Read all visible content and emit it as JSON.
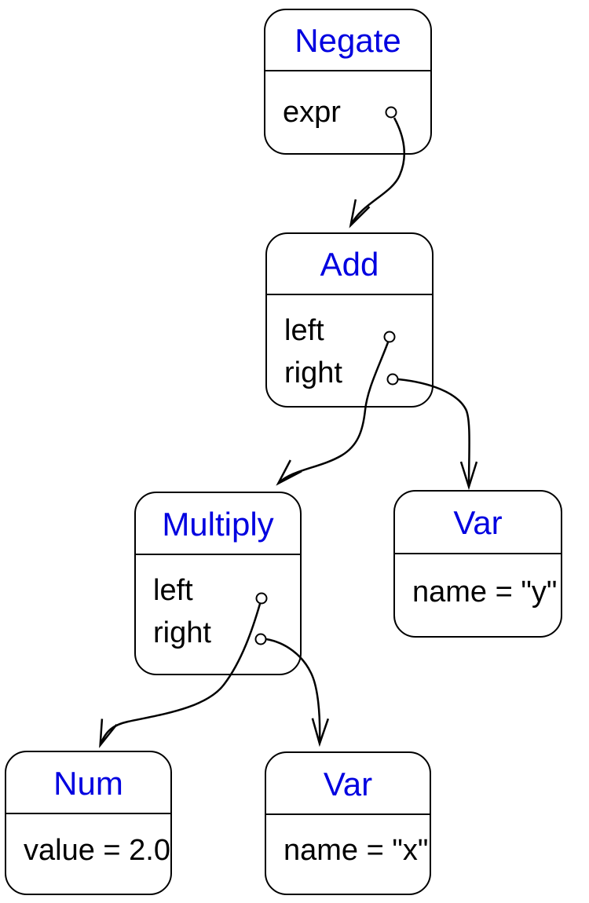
{
  "diagram": {
    "kind": "expression-tree-object-diagram",
    "colors": {
      "title_accent": "#0000e0",
      "line": "#000000",
      "background": "#ffffff"
    },
    "nodes": [
      {
        "id": "negate",
        "title": "Negate",
        "fields": [
          "expr"
        ]
      },
      {
        "id": "add",
        "title": "Add",
        "fields": [
          "left",
          "right"
        ]
      },
      {
        "id": "multiply",
        "title": "Multiply",
        "fields": [
          "left",
          "right"
        ]
      },
      {
        "id": "var-y",
        "title": "Var",
        "fields": [
          "name = \"y\""
        ]
      },
      {
        "id": "num",
        "title": "Num",
        "fields": [
          "value = 2.0"
        ]
      },
      {
        "id": "var-x",
        "title": "Var",
        "fields": [
          "name = \"x\""
        ]
      }
    ],
    "edges": [
      {
        "from": "negate.expr",
        "to": "add"
      },
      {
        "from": "add.left",
        "to": "multiply"
      },
      {
        "from": "add.right",
        "to": "var-y"
      },
      {
        "from": "multiply.left",
        "to": "num"
      },
      {
        "from": "multiply.right",
        "to": "var-x"
      }
    ]
  }
}
